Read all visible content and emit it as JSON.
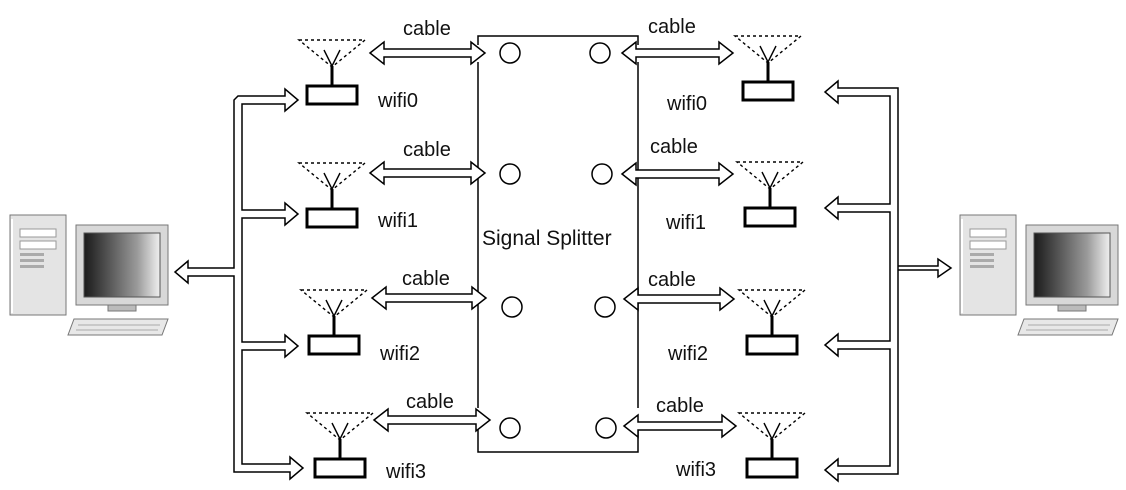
{
  "diagram": {
    "center_label": "Signal Splitter",
    "cable_label": "cable",
    "left_channels": [
      {
        "label": "wifi0"
      },
      {
        "label": "wifi1"
      },
      {
        "label": "wifi2"
      },
      {
        "label": "wifi3"
      }
    ],
    "right_channels": [
      {
        "label": "wifi0"
      },
      {
        "label": "wifi1"
      },
      {
        "label": "wifi2"
      },
      {
        "label": "wifi3"
      }
    ],
    "left_computer": "computer-icon",
    "right_computer": "computer-icon",
    "antenna_icon": "antenna-icon",
    "colors": {
      "line": "#000000",
      "arrow_fill": "#ffffff",
      "screen_dark": "#222222"
    }
  }
}
